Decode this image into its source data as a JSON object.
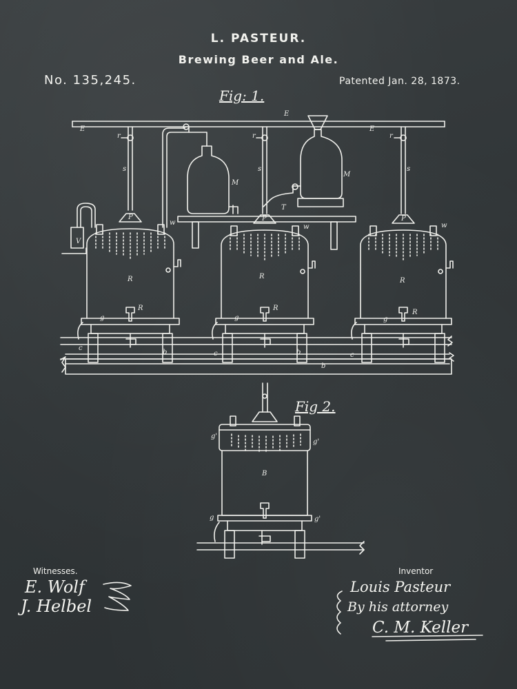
{
  "header": {
    "inventor_name": "L. PASTEUR.",
    "title": "Brewing Beer and Ale.",
    "patent_number": "No. 135,245.",
    "patent_date": "Patented Jan. 28, 1873."
  },
  "figures": {
    "fig1_label": "Fig: 1.",
    "fig2_label": "Fig 2."
  },
  "letters": {
    "pipe_E": "E",
    "pipe_E2": "E",
    "pipe_E3": "E",
    "r1": "r",
    "r2": "r",
    "r3": "r",
    "s1": "s",
    "s2": "s",
    "s3": "s",
    "M1": "M",
    "M2": "M",
    "T": "T",
    "P1": "P",
    "P2": "P",
    "P3": "P",
    "R1": "R",
    "R2": "R",
    "R3": "R",
    "tap1": "R",
    "tap2": "R",
    "tap3": "R",
    "g1": "g",
    "g2": "g",
    "g3": "g",
    "c1": "c",
    "c2": "c",
    "c3": "c",
    "b1": "b",
    "b2": "b",
    "b3": "b",
    "B": "B",
    "g_fig2_a": "g'",
    "g_fig2_b": "g'",
    "g_fig2_c": "g",
    "g_fig2_d": "g'",
    "V": "V",
    "w1": "w",
    "w2": "w",
    "w3": "w"
  },
  "footer": {
    "witnesses_label": "Witnesses.",
    "witness_1": "E. Wolf",
    "witness_2": "J. Helbel",
    "inventor_label": "Inventor",
    "inventor_signature": "Louis Pasteur",
    "attorney_line": "By his attorney",
    "attorney_name": "C. M. Keller"
  },
  "colors": {
    "chalkboard": "#33383a",
    "chalk": "#f2f2ee"
  }
}
